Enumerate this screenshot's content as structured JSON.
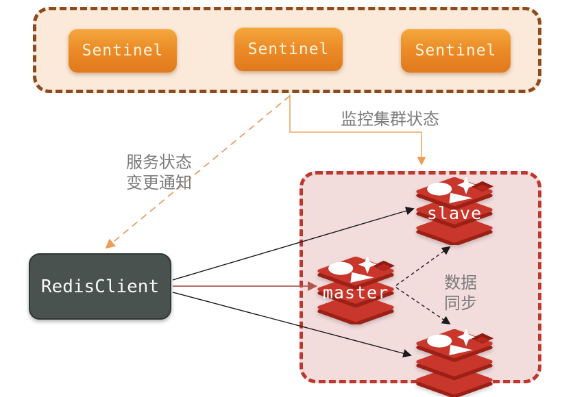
{
  "sentinel_group": {
    "nodes": [
      {
        "label": "Sentinel"
      },
      {
        "label": "Sentinel"
      },
      {
        "label": "Sentinel"
      }
    ]
  },
  "client": {
    "label": "RedisClient"
  },
  "cluster": {
    "nodes": [
      {
        "role": "slave",
        "label": "slave"
      },
      {
        "role": "master",
        "label": "master"
      },
      {
        "role": "slave",
        "label": ""
      }
    ]
  },
  "labels": {
    "monitor": "监控集群状态",
    "notify": [
      "服务状态",
      "变更通知"
    ],
    "sync": [
      "数据",
      "同步"
    ]
  },
  "colors": {
    "sentinel_button": "#ec8d28",
    "sentinel_box_border": "#8d4a1d",
    "sentinel_box_bg": "#fbe9da",
    "cluster_border": "#bc372c",
    "cluster_bg": "#f2dcdc",
    "client_bg": "#49524e",
    "redis_red": "#c9362b",
    "redis_dark_red": "#9c2015",
    "orange_line": "#f0a35e",
    "orange_dashed_line": "#e99d66",
    "salmon_line": "#b05a4e",
    "black_line": "#1b1b1b",
    "annotation_text": "#7c7c7c"
  }
}
